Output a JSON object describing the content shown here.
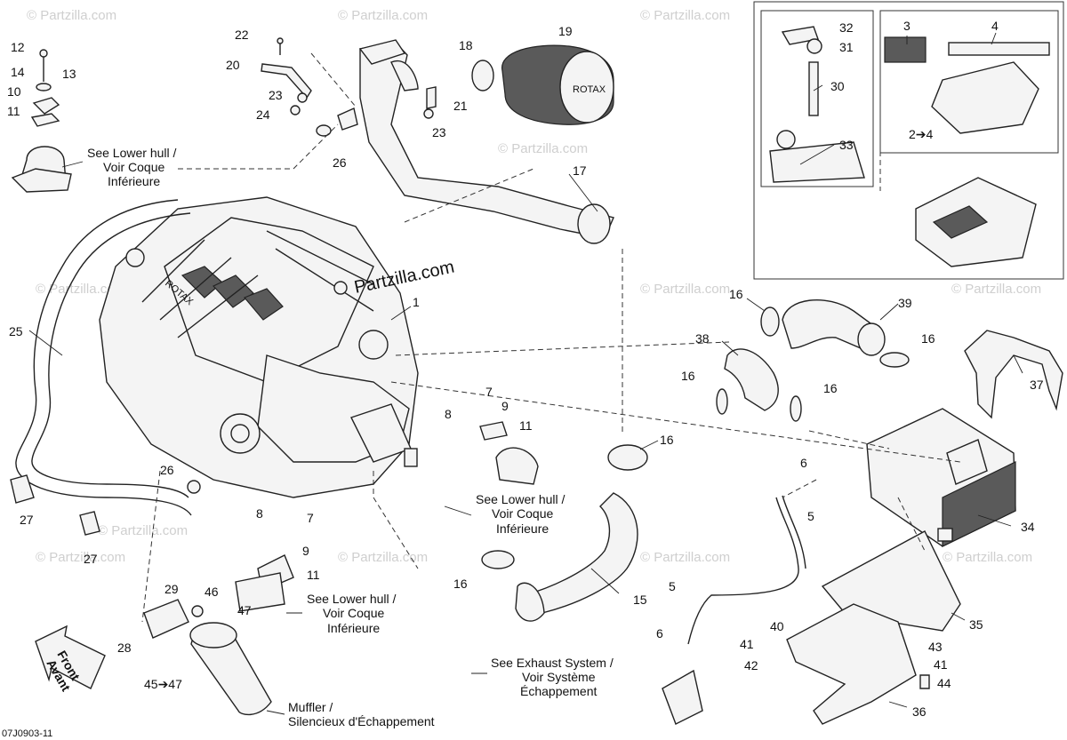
{
  "watermarks": [
    "© Partzilla.com",
    "© Partzilla.com",
    "© Partzilla.com",
    "© Partzilla.com",
    "© Partzilla.com",
    "© Partzilla.com",
    "© Partzilla.com",
    "© Partzilla.com",
    "© Partzilla.com",
    "© Partzilla.com",
    "© Partzilla.com",
    "© Partzilla.com"
  ],
  "brand": "Partzilla.com",
  "drawing_code": "07J0903-11",
  "callouts": [
    "12",
    "14",
    "13",
    "10",
    "11",
    "22",
    "20",
    "23",
    "24",
    "18",
    "19",
    "21",
    "23",
    "26",
    "17",
    "1",
    "25",
    "16",
    "39",
    "16",
    "38",
    "16",
    "16",
    "37",
    "7",
    "8",
    "9",
    "11",
    "16",
    "26",
    "6",
    "5",
    "34",
    "27",
    "27",
    "8",
    "7",
    "9",
    "11",
    "15",
    "16",
    "29",
    "46",
    "47",
    "28",
    "5",
    "35",
    "40",
    "41",
    "43",
    "6",
    "42",
    "41",
    "44",
    "45➔47",
    "36",
    "32",
    "31",
    "30",
    "33",
    "3",
    "4",
    "2➔4"
  ],
  "notes": {
    "lower_hull_1": [
      "See Lower hull /",
      "Voir Coque",
      "Inférieure"
    ],
    "lower_hull_2": [
      "See Lower hull /",
      "Voir Coque",
      "Inférieure"
    ],
    "lower_hull_3": [
      "See Lower hull /",
      "Voir Coque",
      "Inférieure"
    ],
    "exhaust": [
      "See Exhaust System /",
      "Voir Système",
      "Échappement"
    ],
    "muffler": [
      "Muffler /",
      "Silencieux d'Échappement"
    ],
    "front": [
      "Front",
      "Avant"
    ]
  },
  "engine_text": "ROTAX",
  "filter_text": "ROTAX"
}
